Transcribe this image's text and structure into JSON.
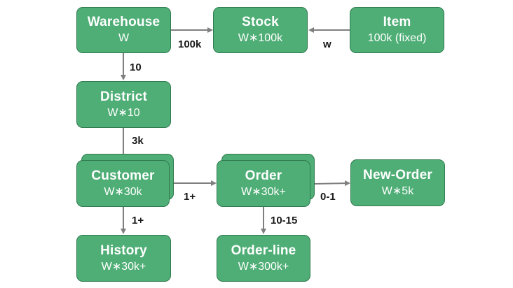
{
  "nodes": {
    "warehouse": {
      "title": "Warehouse",
      "sub": "W"
    },
    "stock": {
      "title": "Stock",
      "sub": "W∗100k"
    },
    "item": {
      "title": "Item",
      "sub": "100k (fixed)"
    },
    "district": {
      "title": "District",
      "sub": "W∗10"
    },
    "customer": {
      "title": "Customer",
      "sub": "W∗30k"
    },
    "order": {
      "title": "Order",
      "sub": "W∗30k+"
    },
    "new_order": {
      "title": "New-Order",
      "sub": "W∗5k"
    },
    "history": {
      "title": "History",
      "sub": "W∗30k+"
    },
    "order_line": {
      "title": "Order-line",
      "sub": "W∗300k+"
    }
  },
  "edges": {
    "warehouse_stock": "100k",
    "item_stock": "w",
    "warehouse_district": "10",
    "district_customer": "3k",
    "customer_order": "1+",
    "order_new_order": "0-1",
    "customer_history": "1+",
    "order_order_line": "10-15"
  },
  "colors": {
    "node_fill": "#4fae76",
    "node_border": "#2f7a4e",
    "arrow": "#7f7f7f",
    "label": "#1a1a1a"
  }
}
